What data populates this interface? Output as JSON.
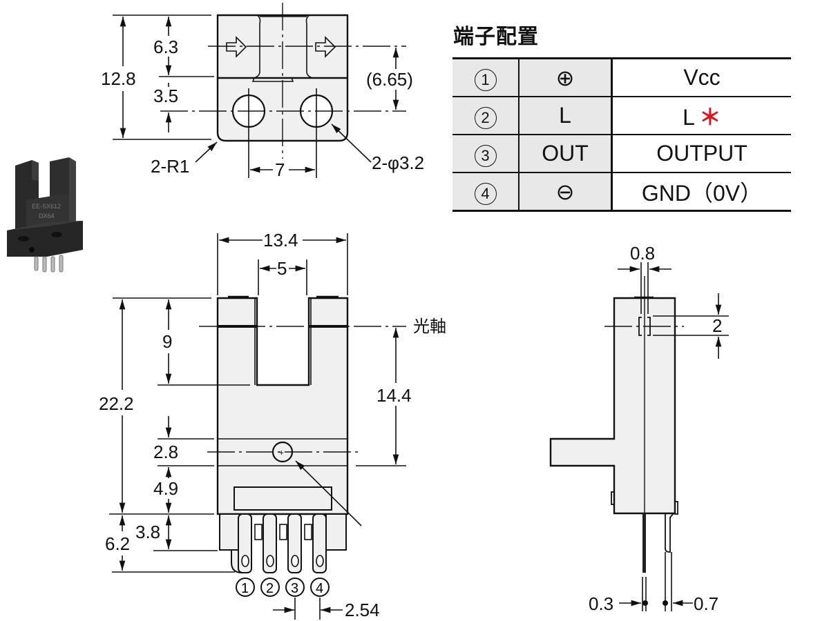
{
  "pin_assignment": {
    "title": "端子配置",
    "rows": [
      {
        "pin": "1",
        "symbol": "⊕",
        "function": "Vcc",
        "note": ""
      },
      {
        "pin": "2",
        "symbol": "L",
        "function": "L",
        "note": "＊"
      },
      {
        "pin": "3",
        "symbol": "OUT",
        "function": "OUTPUT",
        "note": ""
      },
      {
        "pin": "4",
        "symbol": "⊖",
        "function": "GND（0V）",
        "note": ""
      }
    ],
    "note_color": "#e0141e"
  },
  "top_view": {
    "dims": {
      "overall_height": "12.8",
      "upper": "6.3",
      "lower": "3.5",
      "optical_to_holes": "(6.65)",
      "hole_pitch": "7",
      "corner_radius": "2-R1",
      "holes": "2-φ3.2"
    }
  },
  "front_view": {
    "dims": {
      "width": "13.4",
      "slot_width": "5",
      "slot_depth": "9",
      "body_height": "22.2",
      "optical_axis_height": "14.4",
      "hole_band": "2.8",
      "hole_to_bottom": "4.9",
      "terminal_length": "6.2",
      "terminal_base": "3.8",
      "pin_pitch": "2.54"
    },
    "optical_axis_label": "光軸",
    "pin_labels": [
      "1",
      "2",
      "3",
      "4"
    ]
  },
  "side_view": {
    "dims": {
      "aperture_width": "0.8",
      "aperture_height": "2",
      "pin_thickness": "0.3",
      "pin_width": "0.7"
    }
  },
  "product_photo": {
    "marking_line1": "EE-SX612",
    "marking_line2": "DX64"
  }
}
